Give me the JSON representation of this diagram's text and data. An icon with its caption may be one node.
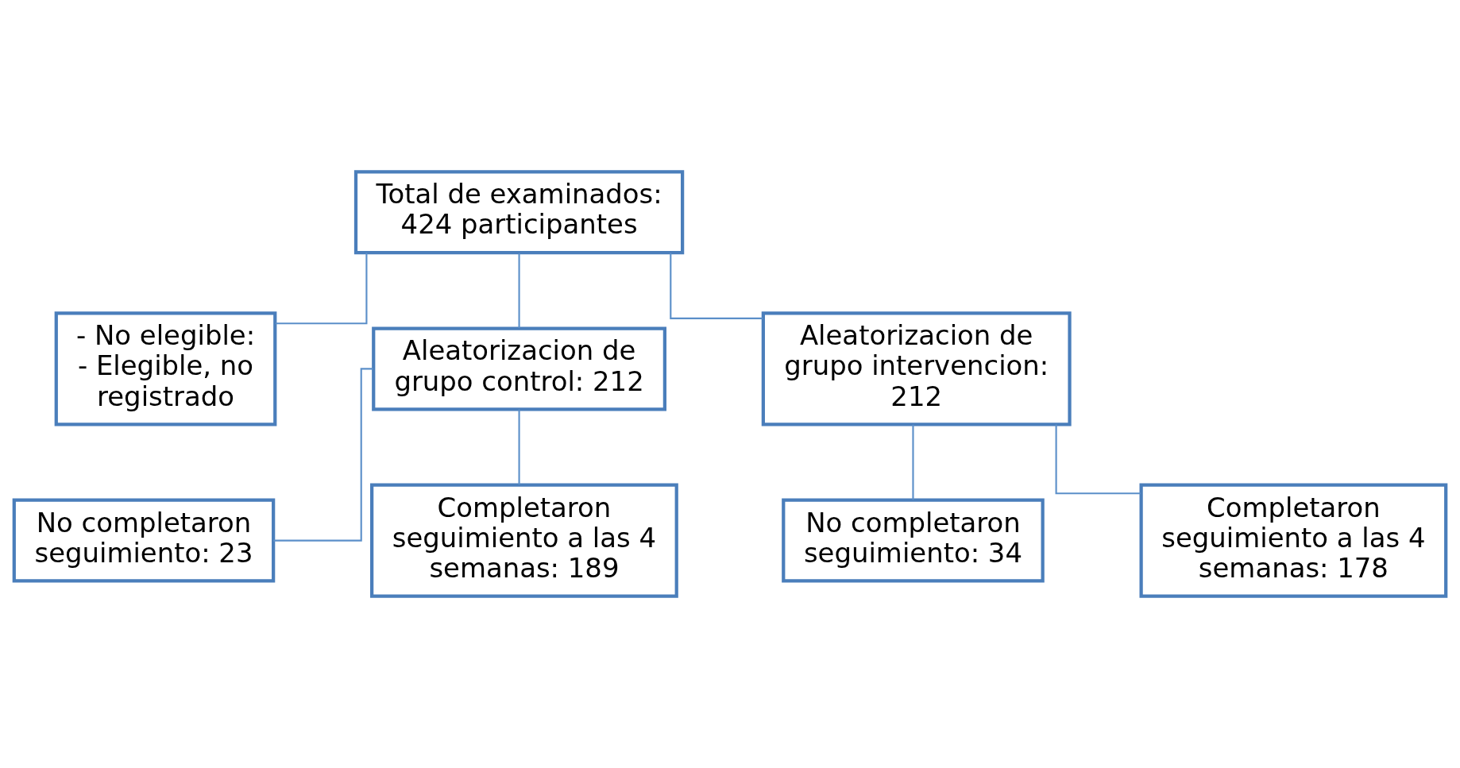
{
  "diagram": {
    "nodes": [
      {
        "text": [
          "Total de examinados: 424 participantes"
        ]
      },
      {
        "text": [
          "- No elegible:",
          "- Elegible, no registrado"
        ]
      },
      {
        "text": [
          "Aleatorizacion de grupo control: 212"
        ]
      },
      {
        "text": [
          "Aleatorizacion de grupo intervencion: 212"
        ]
      },
      {
        "text": [
          "No completaron seguimiento: 23"
        ]
      },
      {
        "text": [
          "Completaron seguimiento a las 4 semanas: 189"
        ]
      },
      {
        "text": [
          "No completaron seguimiento: 34"
        ]
      },
      {
        "text": [
          "Completaron seguimiento a las 4 semanas: 178"
        ]
      }
    ],
    "edges": [
      {
        "from": 0,
        "to": 1,
        "arrow": "none"
      },
      {
        "from": 0,
        "to": 2,
        "arrow": "none"
      },
      {
        "from": 0,
        "to": 3,
        "arrow": "none"
      },
      {
        "from": 2,
        "to": 4,
        "arrow": "none"
      },
      {
        "from": 2,
        "to": 5,
        "arrow": "none"
      },
      {
        "from": 3,
        "to": 6,
        "arrow": "none"
      },
      {
        "from": 3,
        "to": 7,
        "arrow": "none"
      }
    ]
  }
}
